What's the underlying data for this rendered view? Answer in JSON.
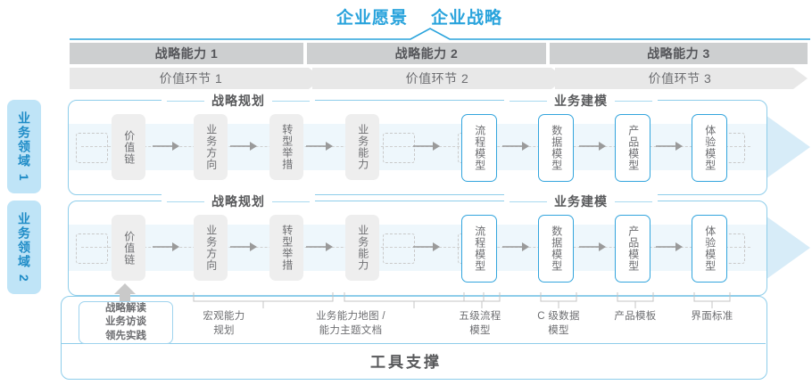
{
  "header": {
    "vision": "企业愿景",
    "strategy": "企业战略"
  },
  "capability_band": [
    {
      "label": "战略能力 1"
    },
    {
      "label": "战略能力 2"
    },
    {
      "label": "战略能力 3"
    }
  ],
  "value_chain_band": [
    {
      "label": "价值环节 1"
    },
    {
      "label": "价值环节 2"
    },
    {
      "label": "价值环节 3"
    }
  ],
  "domains": [
    {
      "label": "业务领域 1"
    },
    {
      "label": "业务领域 2"
    }
  ],
  "sections": {
    "planning": "战略规划",
    "modeling": "业务建模"
  },
  "row1": {
    "planning_nodes": [
      {
        "label": "价值链"
      },
      {
        "label": "业务方向"
      },
      {
        "label": "转型举措"
      },
      {
        "label": "业务能力"
      }
    ],
    "modeling_nodes": [
      {
        "label": "流程模型"
      },
      {
        "label": "数据模型"
      },
      {
        "label": "产品模型"
      },
      {
        "label": "体验模型"
      }
    ]
  },
  "row2": {
    "planning_nodes": [
      {
        "label": "价值链"
      },
      {
        "label": "业务方向"
      },
      {
        "label": "转型举措"
      },
      {
        "label": "业务能力"
      }
    ],
    "modeling_nodes": [
      {
        "label": "流程模型"
      },
      {
        "label": "数据模型"
      },
      {
        "label": "产品模型"
      },
      {
        "label": "体验模型"
      }
    ]
  },
  "callout": {
    "line1": "战略解读",
    "line2": "业务访谈",
    "line3": "领先实践"
  },
  "bottom_labels": [
    {
      "line1": "宏观能力",
      "line2": "规划"
    },
    {
      "line1": "业务能力地图 /",
      "line2": "能力主题文档"
    },
    {
      "line1": "五级流程",
      "line2": "模型"
    },
    {
      "line1": "C 级数据",
      "line2": "模型"
    },
    {
      "line1": "产品模板",
      "line2": ""
    },
    {
      "line1": "界面标准",
      "line2": ""
    }
  ],
  "footer": {
    "title": "工具支撑"
  },
  "colors": {
    "accent_blue": "#29a3dc",
    "node_border_blue": "#33a5dd",
    "band_gray": "#cdcfd0",
    "chevron_gray": "#e8e8e8",
    "ribbon": "#eef7fc",
    "tab_blue": "#bfe4f7",
    "text_gray": "#6d6e71"
  }
}
